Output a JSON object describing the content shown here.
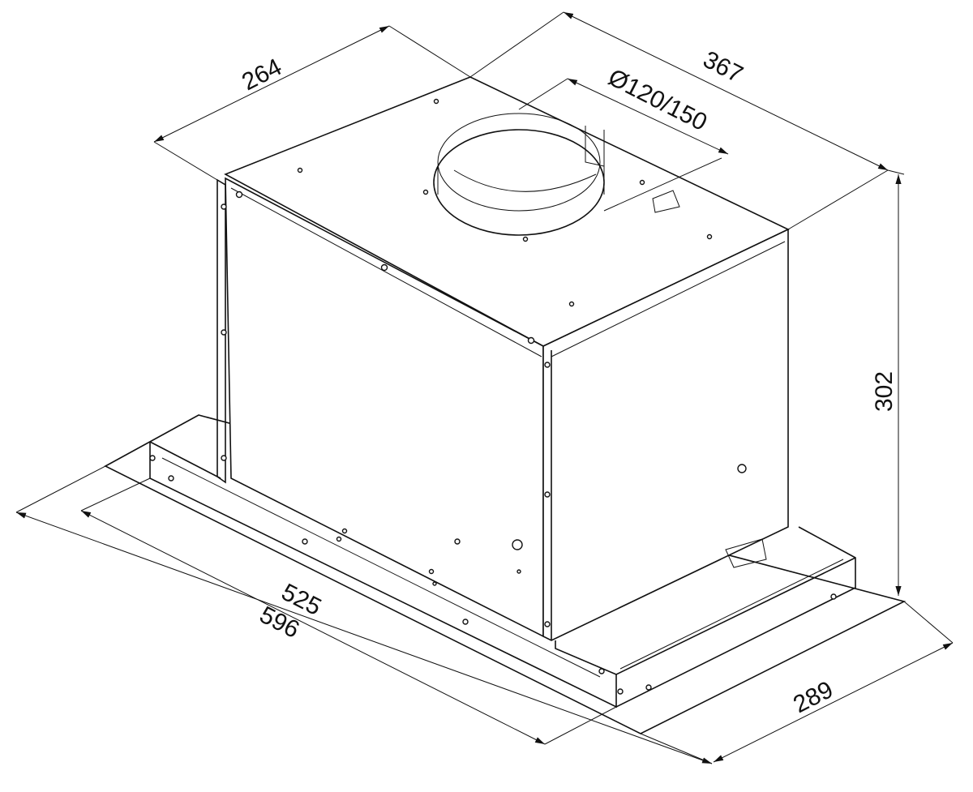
{
  "dimensions": {
    "depth_top": "264",
    "width_top": "367",
    "duct_diameter": "Ø120/150",
    "height": "302",
    "inner_width": "525",
    "overall_width": "596",
    "overall_depth": "289"
  }
}
